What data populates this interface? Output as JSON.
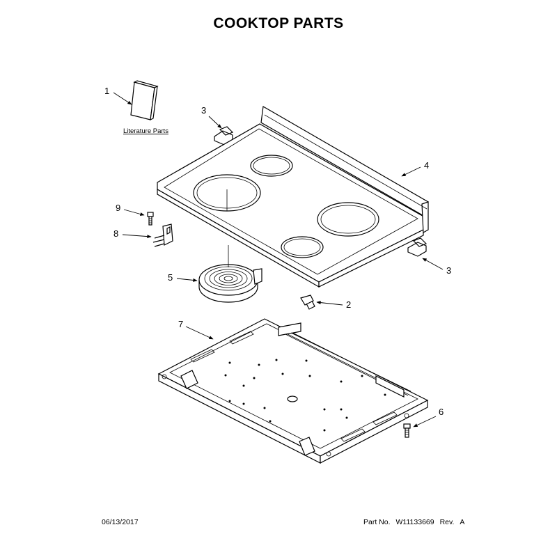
{
  "title": "COOKTOP PARTS",
  "literature_label": "Literature Parts",
  "callouts": {
    "c1": "1",
    "c2": "2",
    "c3a": "3",
    "c3b": "3",
    "c4": "4",
    "c5": "5",
    "c6": "6",
    "c7": "7",
    "c8": "8",
    "c9": "9"
  },
  "footer": {
    "date": "06/13/2017",
    "part_no_label": "Part No.",
    "part_no": "W11133669",
    "rev_label": "Rev.",
    "rev": "A"
  }
}
